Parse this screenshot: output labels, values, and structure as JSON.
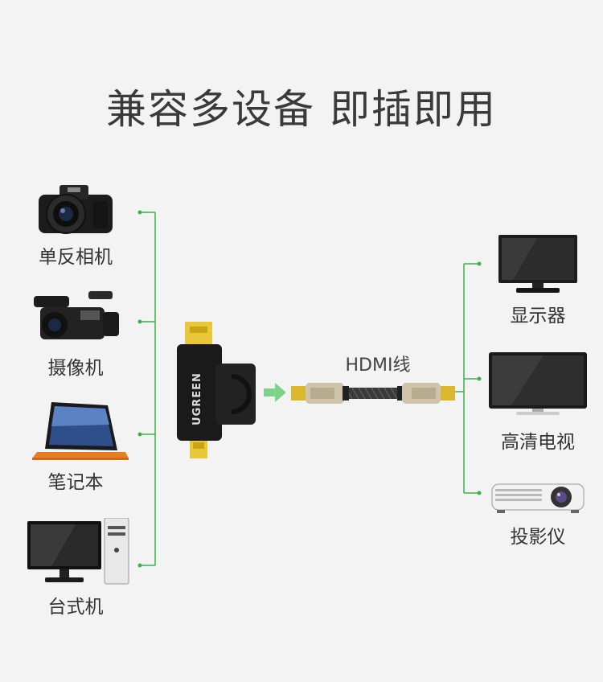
{
  "title": "兼容多设备 即插即用",
  "left_devices": [
    {
      "label": "单反相机",
      "icon": "dslr-camera-icon"
    },
    {
      "label": "摄像机",
      "icon": "camcorder-icon"
    },
    {
      "label": "笔记本",
      "icon": "laptop-icon"
    },
    {
      "label": "台式机",
      "icon": "desktop-pc-icon"
    }
  ],
  "right_devices": [
    {
      "label": "显示器",
      "icon": "monitor-icon"
    },
    {
      "label": "高清电视",
      "icon": "hd-tv-icon"
    },
    {
      "label": "投影仪",
      "icon": "projector-icon"
    }
  ],
  "adapter": {
    "brand": "UGREEN"
  },
  "cable": {
    "label": "HDMI线"
  },
  "colors": {
    "line": "#39b54a",
    "arrow": "#7ed38a",
    "connector_gold": "#e8c838"
  }
}
